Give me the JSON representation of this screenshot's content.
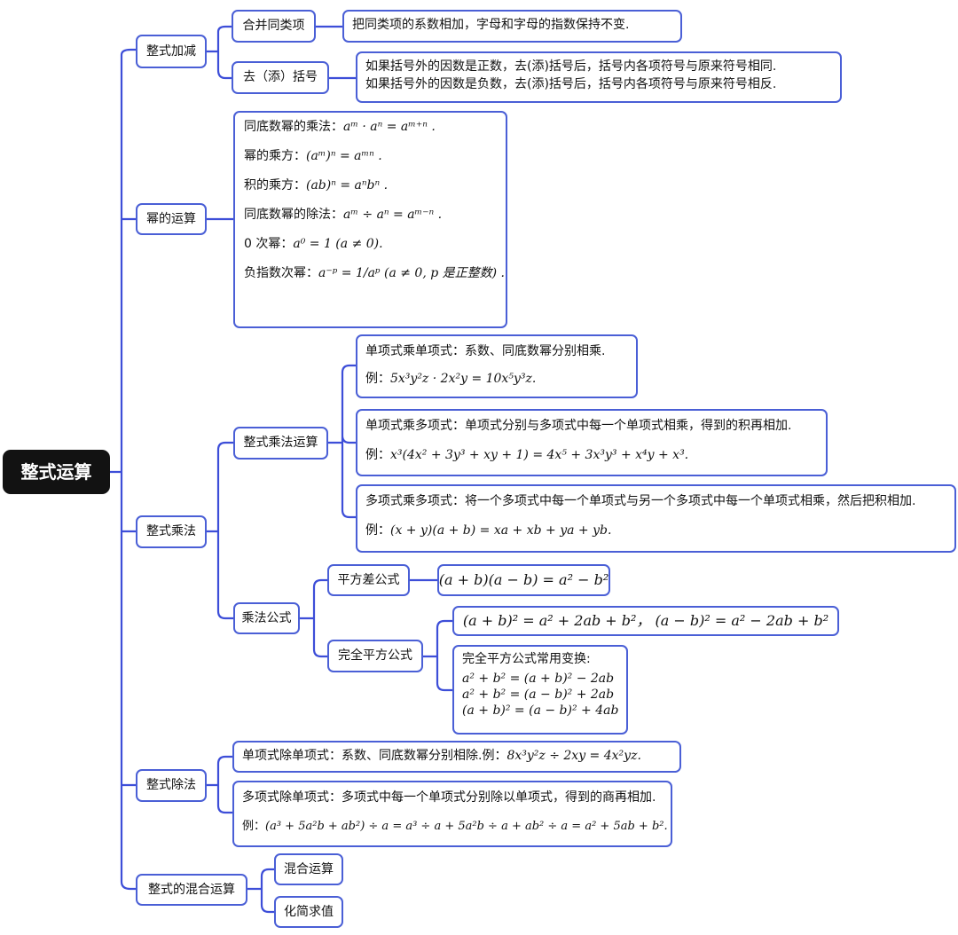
{
  "root": "整式运算",
  "b1": {
    "label": "整式加减",
    "c1": {
      "label": "合并同类项",
      "text": "把同类项的系数相加，字母和字母的指数保持不变."
    },
    "c2": {
      "label": "去（添）括号",
      "line1": "如果括号外的因数是正数，去(添)括号后，括号内各项符号与原来符号相同.",
      "line2": "如果括号外的因数是负数，去(添)括号后，括号内各项符号与原来符号相反."
    }
  },
  "b2": {
    "label": "幂的运算",
    "l1a": "同底数幂的乘法：",
    "l1b": "aᵐ · aⁿ = aᵐ⁺ⁿ .",
    "l2a": "幂的乘方：",
    "l2b": "(aᵐ)ⁿ = aᵐⁿ .",
    "l3a": "积的乘方：",
    "l3b": "(ab)ⁿ = aⁿbⁿ .",
    "l4a": "同底数幂的除法：",
    "l4b": "aᵐ ÷ aⁿ = aᵐ⁻ⁿ .",
    "l5a": "0 次幂：",
    "l5b": "a⁰ = 1 (a ≠ 0).",
    "l6a": "负指数次幂：",
    "l6b": "a⁻ᵖ = 1/aᵖ (a ≠ 0, p 是正整数) ."
  },
  "b3": {
    "label": "整式乘法",
    "c1": {
      "label": "整式乘法运算",
      "d1": {
        "line1": "单项式乘单项式：系数、同底数幂分别相乘.",
        "ex_a": "例：",
        "ex_b": "5x³y²z · 2x²y = 10x⁵y³z."
      },
      "d2": {
        "line1": "单项式乘多项式：单项式分别与多项式中每一个单项式相乘，得到的积再相加.",
        "ex_a": "例：",
        "ex_b": "x³(4x² + 3y³ + xy + 1) = 4x⁵ + 3x³y³ + x⁴y + x³."
      },
      "d3": {
        "line1": "多项式乘多项式：将一个多项式中每一个单项式与另一个多项式中每一个单项式相乘，然后把积相加.",
        "ex_a": "例：",
        "ex_b": "(x + y)(a + b) = xa + xb + ya + yb."
      }
    },
    "c2": {
      "label": "乘法公式",
      "e1": {
        "label": "平方差公式",
        "formula": "(a + b)(a − b) = a² − b²"
      },
      "e2": {
        "label": "完全平方公式",
        "formula": "(a + b)² = a² + 2ab + b²，  (a − b)² = a² − 2ab + b²",
        "title": "完全平方公式常用变换:",
        "f1": "a² + b² = (a + b)² − 2ab",
        "f2": "a² + b² = (a − b)² + 2ab",
        "f3": "(a + b)² = (a − b)² + 4ab"
      }
    }
  },
  "b4": {
    "label": "整式除法",
    "c1": {
      "text_a": "单项式除单项式：系数、同底数幂分别相除.例：",
      "text_b": "8x³y²z ÷ 2xy = 4x²yz."
    },
    "c2": {
      "line1": "多项式除单项式：多项式中每一个单项式分别除以单项式，得到的商再相加.",
      "ex_a": "例：",
      "ex_b": "(a³ + 5a²b + ab²) ÷ a = a³ ÷ a + 5a²b ÷ a + ab² ÷ a = a² + 5ab + b²."
    }
  },
  "b5": {
    "label": "整式的混合运算",
    "c1": "混合运算",
    "c2": "化简求值"
  }
}
